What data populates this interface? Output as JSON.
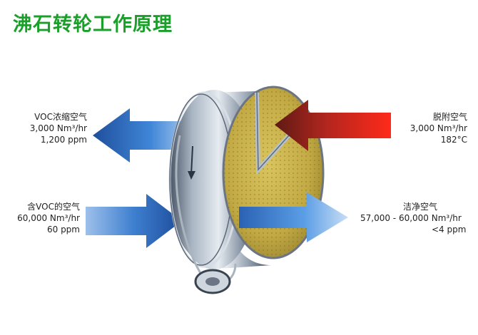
{
  "title": "沸石转轮工作原理",
  "labels": {
    "voc_concentrated": {
      "name": "VOC浓缩空气",
      "flow": "3,000 Nm³/hr",
      "conc": "1,200 ppm"
    },
    "desorption": {
      "name": "脱附空气",
      "flow": "3,000 Nm³/hr",
      "temp": "182°C"
    },
    "voc_inlet": {
      "name": "含VOC的空气",
      "flow": "60,000 Nm³/hr",
      "conc": "60 ppm"
    },
    "clean": {
      "name": "洁净空气",
      "flow": "57,000 - 60,000 Nm³/hr",
      "conc": "<4 ppm"
    }
  },
  "colors": {
    "title": "#1aa02a",
    "blue_arrow": "#2f6fc4",
    "red_arrow": "#e02a1c",
    "honeycomb": "#c9b24a",
    "wheel_body": "#8a97a8"
  }
}
